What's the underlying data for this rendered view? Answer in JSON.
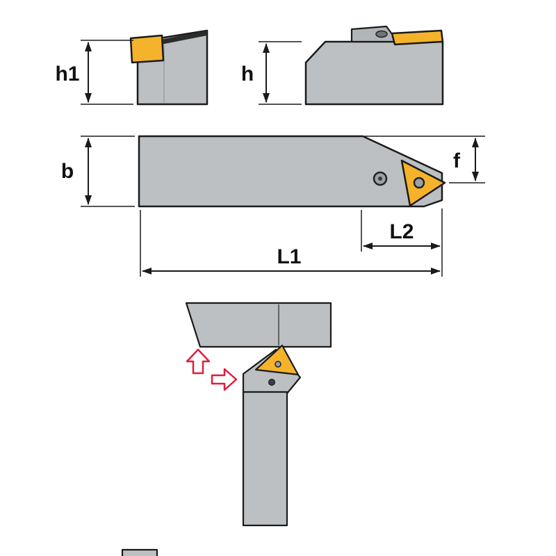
{
  "diagram": {
    "labels": {
      "h1": "h1",
      "h": "h",
      "b": "b",
      "f": "f",
      "l2": "L2",
      "l1": "L1"
    },
    "colors": {
      "background": "#ffffff",
      "steel_gray": "#bcc0c2",
      "clamp_gray": "#b0b5b8",
      "dark_edge": "#2b2b2b",
      "outline_black": "#1a1a1a",
      "insert_yellow": "#f4b32b",
      "hole_gray": "#9ba1a4",
      "dimension_line": "#1a1a1a",
      "feed_arrow_red": "#e11d3c"
    }
  }
}
